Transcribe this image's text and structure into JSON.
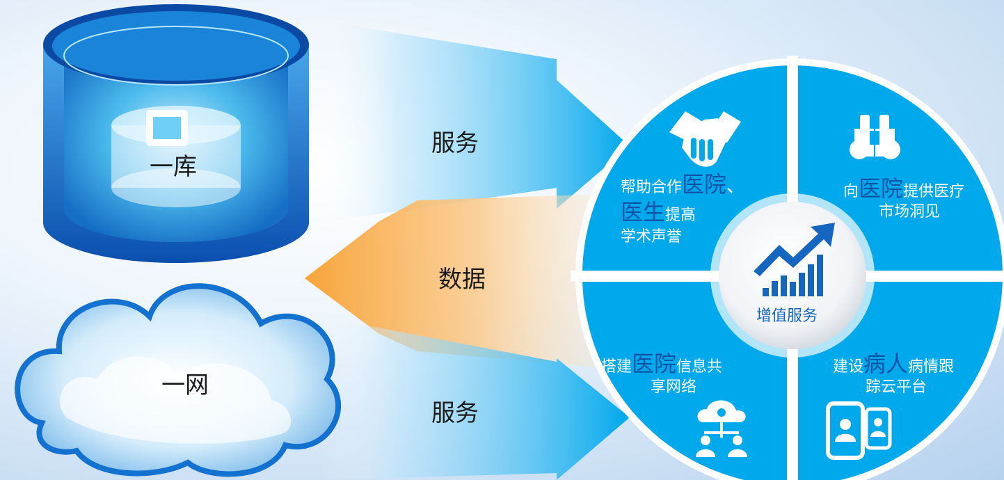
{
  "library": {
    "label": "一库",
    "icon": "database-icon"
  },
  "network": {
    "label": "一网",
    "icon": "cloud-icon"
  },
  "arrows": {
    "top_label": "服务",
    "middle_label": "数据",
    "bottom_label": "服务"
  },
  "center": {
    "label": "增值服务",
    "icon": "growth-chart-icon"
  },
  "quadrants": {
    "top_left": {
      "icon": "handshake-icon",
      "line1_pre": "帮助合作",
      "line1_big": "医院",
      "line1_post": "、",
      "line2_big": "医生",
      "line2_post": "提高",
      "line3": "学术声誉"
    },
    "top_right": {
      "icon": "binoculars-icon",
      "line1_pre": "向",
      "line1_big": "医院",
      "line1_post": "提供医疗",
      "line2": "市场洞见"
    },
    "bottom_left": {
      "icon": "network-users-icon",
      "line1_pre": "搭建",
      "line1_big": "医院",
      "line1_post": "信息共",
      "line2": "享网络"
    },
    "bottom_right": {
      "icon": "mobile-patient-icon",
      "line1_pre": "建设",
      "line1_big": "病人",
      "line1_post": "病情跟",
      "line2": "踪云平台"
    }
  },
  "colors": {
    "blue": "#00a8ec",
    "dark_blue": "#0b55a8",
    "orange": "#f8a43a"
  }
}
